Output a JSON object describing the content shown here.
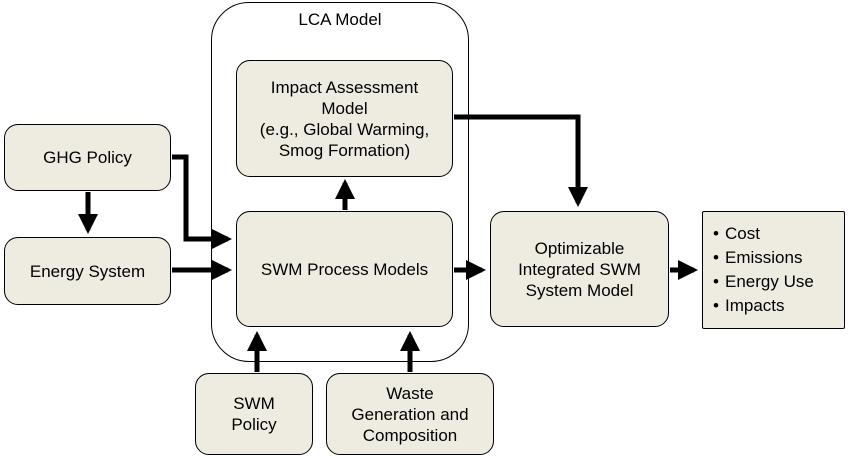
{
  "diagram": {
    "container": {
      "title": "LCA Model"
    },
    "nodes": {
      "impact_assessment": {
        "lines": [
          "Impact Assessment",
          "Model",
          "(e.g., Global Warming,",
          "Smog Formation)"
        ]
      },
      "ghg_policy": {
        "label": "GHG Policy"
      },
      "energy_system": {
        "label": "Energy System"
      },
      "swm_process": {
        "label": "SWM Process Models"
      },
      "optimizable": {
        "lines": [
          "Optimizable",
          "Integrated SWM",
          "System Model"
        ]
      },
      "outputs": {
        "items": [
          "Cost",
          "Emissions",
          "Energy Use",
          "Impacts"
        ]
      },
      "swm_policy": {
        "lines": [
          "SWM",
          "Policy"
        ]
      },
      "waste_generation": {
        "lines": [
          "Waste",
          "Generation and",
          "Composition"
        ]
      }
    },
    "colors": {
      "box_fill": "#eeece1",
      "stroke": "#000000"
    }
  }
}
